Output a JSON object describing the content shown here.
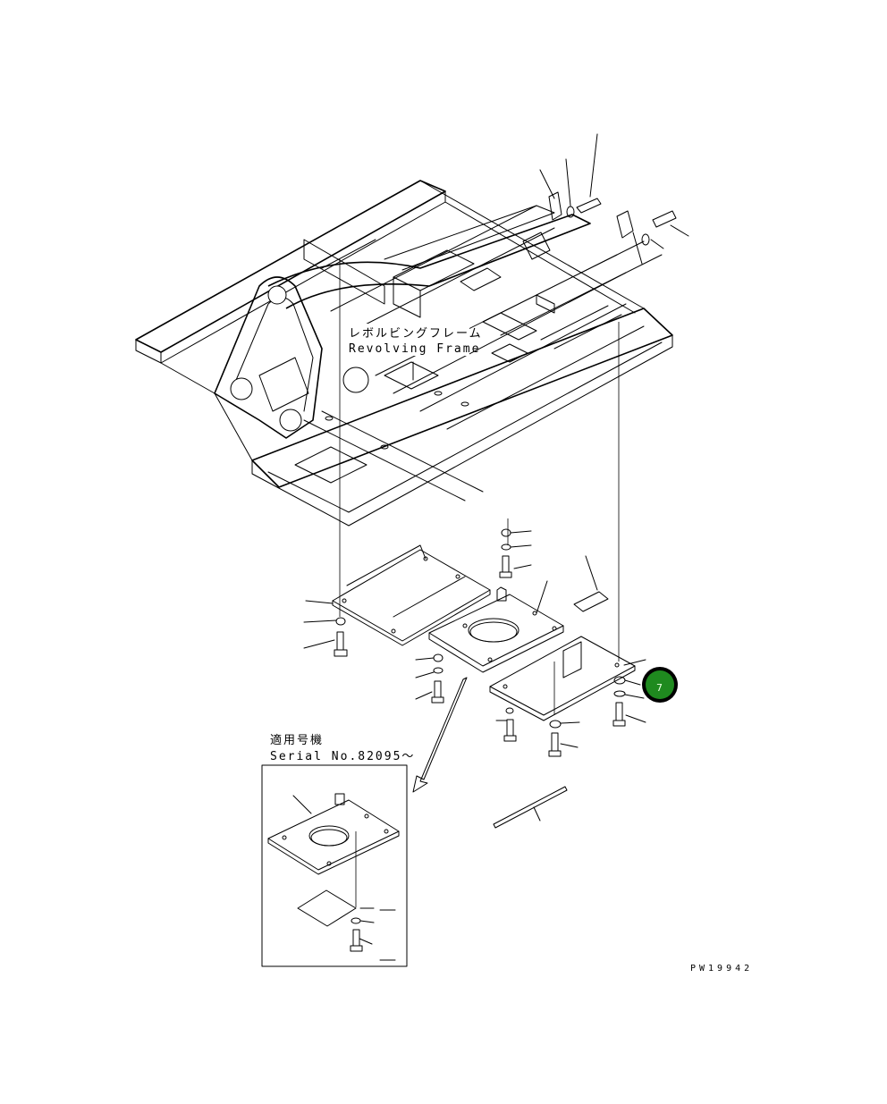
{
  "frame_label": {
    "japanese": "レボルビングフレーム",
    "english": "Revolving Frame"
  },
  "inset": {
    "title_japanese": "適用号機",
    "serial": "Serial No.82095～"
  },
  "drawing_code": "PW19942",
  "callout_marker": {
    "label": "7",
    "fill": "#1f8a1f",
    "ring": "#000000"
  }
}
